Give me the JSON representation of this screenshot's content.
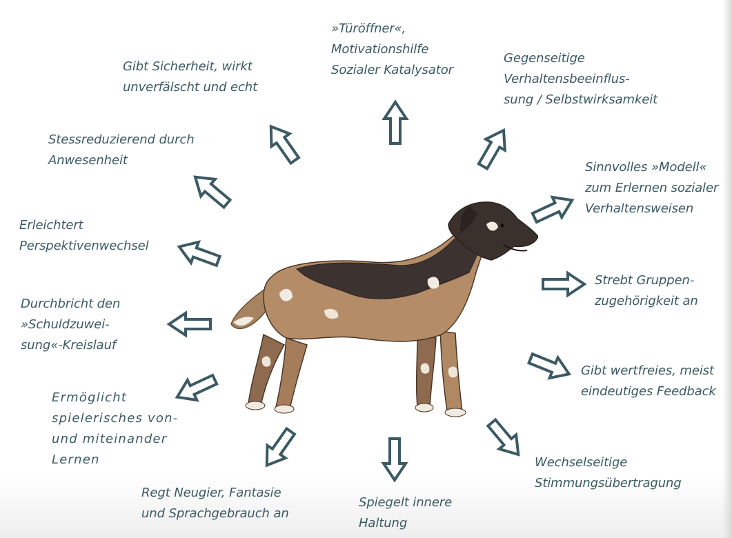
{
  "diagram": {
    "accent_color": "#3b5a63",
    "center_image": "dog-illustration",
    "labels": [
      "»Türöffner«,\nMotivationshilfe\nSozialer Katalysator",
      "Gegenseitige\nVerhaltensbeeinflus-\nsung / Selbstwirksamkeit",
      "Sinnvolles »Modell«\nzum Erlernen sozialer\nVerhaltensweisen",
      "Strebt Gruppen-\nzugehörigkeit an",
      "Gibt wertfreies, meist\neindeutiges Feedback",
      "Wechselseitige\nStimmungsübertragung",
      "Spiegelt innere\nHaltung",
      "Regt Neugier, Fantasie\nund Sprachgebrauch an",
      "Ermöglicht\nspielerisches von-\nund miteinander\nLernen",
      "Durchbricht den\n»Schuldzuwei-\nsung«-Kreislauf",
      "Erleichtert\nPerspektivenwechsel",
      "Stessreduzierend durch\nAnwesenheit",
      "Gibt Sicherheit, wirkt\nunverfälscht und echt"
    ]
  }
}
